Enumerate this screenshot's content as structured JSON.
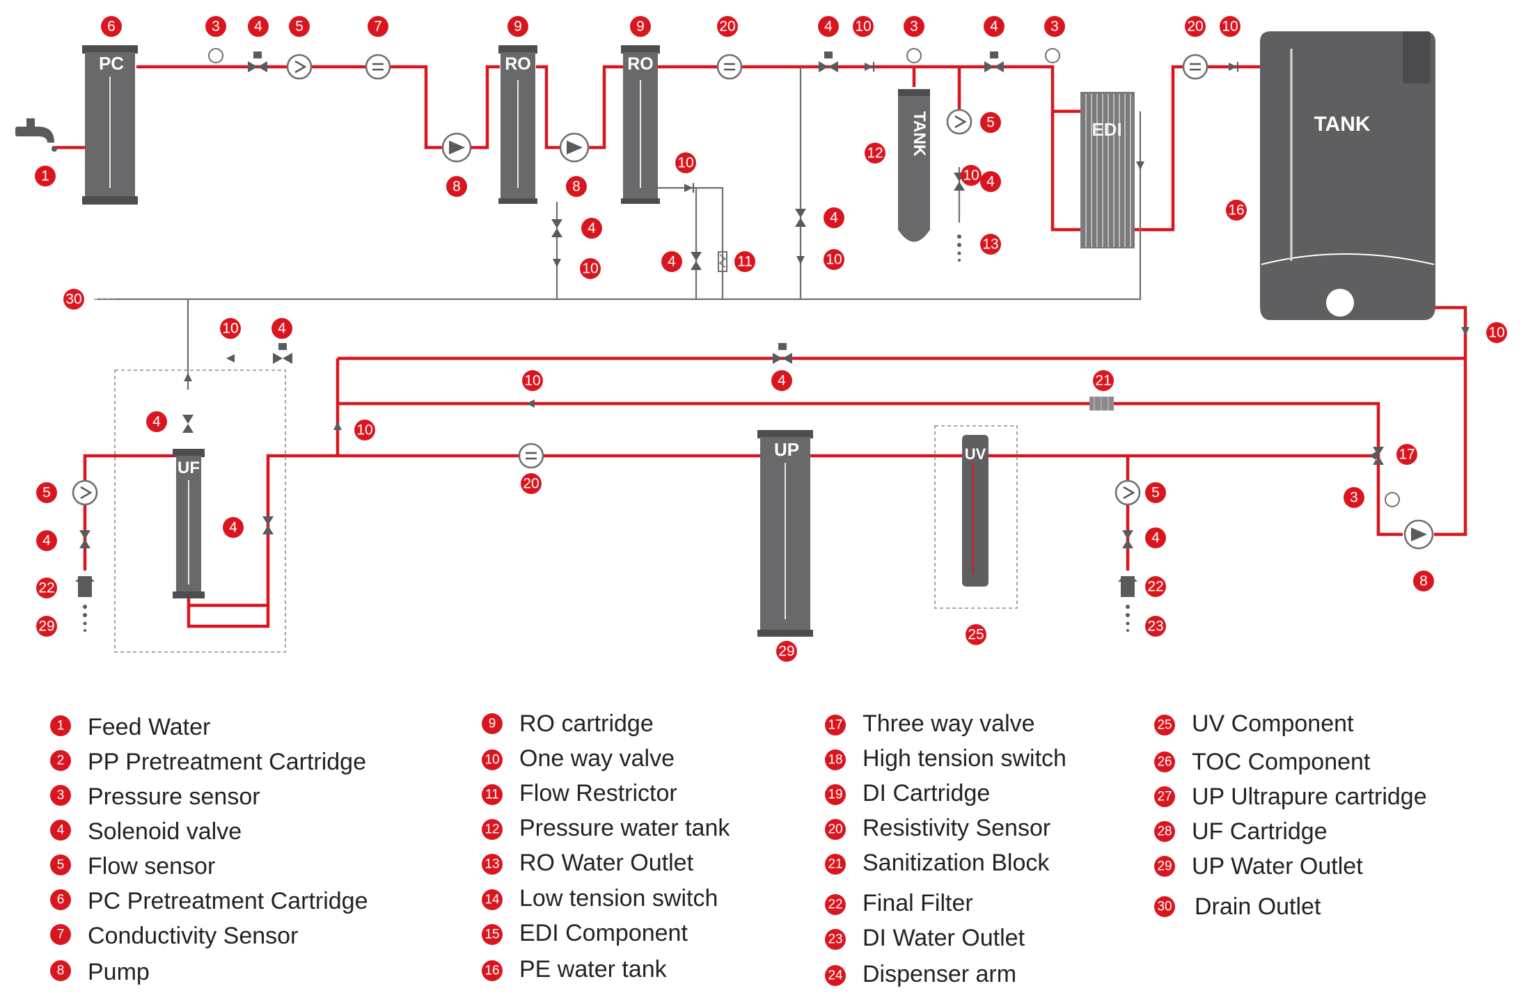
{
  "labels": {
    "pc": "PC",
    "ro": "RO",
    "tank": "TANK",
    "edi": "EDI",
    "uf": "UF",
    "up": "UP",
    "uv": "UV"
  },
  "legend": [
    {
      "num": "1",
      "text": "Feed Water"
    },
    {
      "num": "2",
      "text": "PP Pretreatment Cartridge"
    },
    {
      "num": "3",
      "text": "Pressure sensor"
    },
    {
      "num": "4",
      "text": "Solenoid valve"
    },
    {
      "num": "5",
      "text": "Flow sensor"
    },
    {
      "num": "6",
      "text": "PC Pretreatment Cartridge"
    },
    {
      "num": "7",
      "text": "Conductivity Sensor"
    },
    {
      "num": "8",
      "text": "Pump"
    },
    {
      "num": "9",
      "text": "RO cartridge"
    },
    {
      "num": "10",
      "text": "One way valve"
    },
    {
      "num": "11",
      "text": "Flow Restrictor"
    },
    {
      "num": "12",
      "text": "Pressure water tank"
    },
    {
      "num": "13",
      "text": "RO Water Outlet"
    },
    {
      "num": "14",
      "text": "Low tension switch"
    },
    {
      "num": "15",
      "text": "EDI Component"
    },
    {
      "num": "16",
      "text": "PE water tank"
    },
    {
      "num": "17",
      "text": "Three way valve"
    },
    {
      "num": "18",
      "text": "High tension switch"
    },
    {
      "num": "19",
      "text": "DI Cartridge"
    },
    {
      "num": "20",
      "text": "Resistivity Sensor"
    },
    {
      "num": "21",
      "text": "Sanitization Block"
    },
    {
      "num": "22",
      "text": "Final Filter"
    },
    {
      "num": "23",
      "text": "DI Water Outlet"
    },
    {
      "num": "24",
      "text": "Dispenser arm"
    },
    {
      "num": "25",
      "text": "UV Component"
    },
    {
      "num": "26",
      "text": "TOC Component"
    },
    {
      "num": "27",
      "text": "UP Ultrapure cartridge"
    },
    {
      "num": "28",
      "text": "UF Cartridge"
    },
    {
      "num": "29",
      "text": "UP Water Outlet"
    },
    {
      "num": "30",
      "text": "Drain Outlet"
    }
  ],
  "badges": [
    "1",
    "6",
    "3",
    "4",
    "5",
    "7",
    "9",
    "9",
    "20",
    "4",
    "10",
    "3",
    "4",
    "3",
    "20",
    "10",
    "8",
    "8",
    "10",
    "4",
    "10",
    "4",
    "11",
    "4",
    "10",
    "12",
    "5",
    "4",
    "13",
    "16",
    "30",
    "10",
    "4",
    "4",
    "10",
    "10",
    "21",
    "4",
    "10",
    "17",
    "5",
    "4",
    "22",
    "29",
    "4",
    "20",
    "5",
    "4",
    "22",
    "23",
    "3",
    "8",
    "25",
    "29",
    "10"
  ],
  "colors": {
    "pipe": "#d9161f",
    "component": "#69696b",
    "badge": "#d9161f"
  }
}
